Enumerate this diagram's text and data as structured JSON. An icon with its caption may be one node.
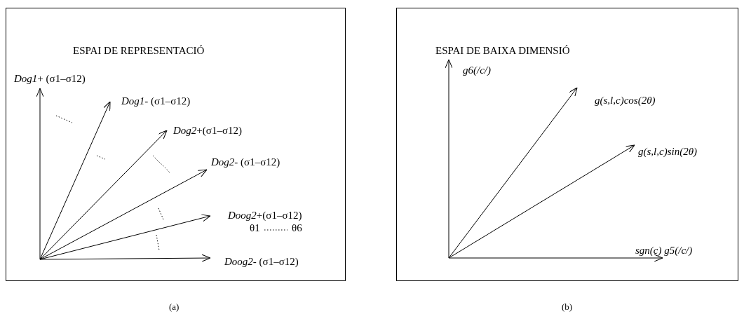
{
  "diagram": {
    "nodes": [
      {
        "text": [
          "ESPAI DE REPRESENTACIÓ"
        ],
        "beside": [
          "(a)"
        ]
      },
      {
        "text": [
          "*Dog1*+ (σ1–σ12)"
        ],
        "in": 0
      },
      {
        "text": [
          "*Dog1-* (σ1–σ12)"
        ],
        "in": 0
      },
      {
        "text": [
          "*Dog2*+(σ1–σ12)"
        ],
        "in": 0
      },
      {
        "text": [
          "*Dog2-* (σ1–σ12)"
        ],
        "in": 0
      },
      {
        "text": [
          "*Doog2*+(σ1–σ12)"
        ],
        "in": 0
      },
      {
        "text": [
          "*Doog2-* (σ1–σ12)"
        ],
        "in": 0
      },
      {
        "text": [
          "ESPAI DE BAIXA DIMENSIÓ"
        ],
        "beside": [
          "(b)"
        ]
      },
      {
        "text": [
          "g6(/c/)"
        ],
        "in": 7
      },
      {
        "text": [
          "g(s,l,c)cos(2θ)"
        ],
        "in": 7
      },
      {
        "text": [
          "g(s,l,c)sin(2θ)"
        ],
        "in": 7
      },
      {
        "text": [
          "sgn(c) g5(/c/)"
        ],
        "in": 7
      }
    ],
    "edges": [
      {
        "from": null,
        "to": 1,
        "arrow": "to"
      },
      {
        "from": null,
        "to": 2,
        "arrow": "to"
      },
      {
        "from": null,
        "to": 3,
        "arrow": "to"
      },
      {
        "from": null,
        "to": 4,
        "arrow": "to"
      },
      {
        "from": null,
        "to": 5,
        "arrow": "to"
      },
      {
        "from": null,
        "to": 6,
        "arrow": "to"
      },
      {
        "from": null,
        "to": 8,
        "arrow": "to"
      },
      {
        "from": null,
        "to": 9,
        "arrow": "to"
      },
      {
        "from": null,
        "to": 10,
        "arrow": "to"
      },
      {
        "from": null,
        "to": 11,
        "arrow": "to"
      }
    ],
    "labels": [
      "θ1",
      "θ6"
    ]
  }
}
